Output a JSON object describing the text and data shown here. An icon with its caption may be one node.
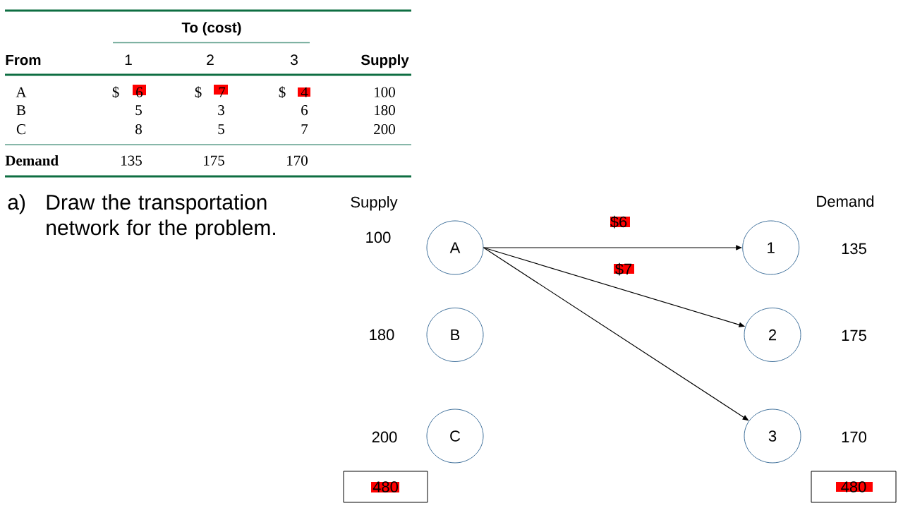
{
  "diagram": {
    "nodes": [
      {
        "text": [
          "A"
        ],
        "beside": [
          "100"
        ]
      },
      {
        "text": [
          "B"
        ],
        "beside": [
          "180"
        ]
      },
      {
        "text": [
          "C"
        ],
        "beside": [
          "200"
        ]
      },
      {
        "text": [
          "1"
        ],
        "beside": [
          "135"
        ]
      },
      {
        "text": [
          "2"
        ],
        "beside": [
          "175"
        ]
      },
      {
        "text": [
          "3"
        ],
        "beside": [
          "170"
        ]
      },
      {
        "text": [
          "480"
        ]
      },
      {
        "text": [
          "480"
        ]
      }
    ],
    "edges": [
      {
        "from": 0,
        "to": 3,
        "arrow": "to",
        "label": "$6"
      },
      {
        "from": 0,
        "to": 4,
        "arrow": "to",
        "label": "$7"
      },
      {
        "from": 0,
        "to": 5,
        "arrow": "to"
      }
    ],
    "labels": [
      "To (cost)",
      "From",
      "1",
      "2",
      "3",
      "Supply",
      "A",
      "$",
      "6",
      "$",
      "7",
      "$",
      "4",
      "100",
      "B",
      "5",
      "3",
      "6",
      "180",
      "C",
      "8",
      "5",
      "7",
      "200",
      "Demand",
      "135",
      "175",
      "170",
      "a)",
      "Draw the transportation network for the problem.",
      "Supply",
      "Demand"
    ]
  }
}
